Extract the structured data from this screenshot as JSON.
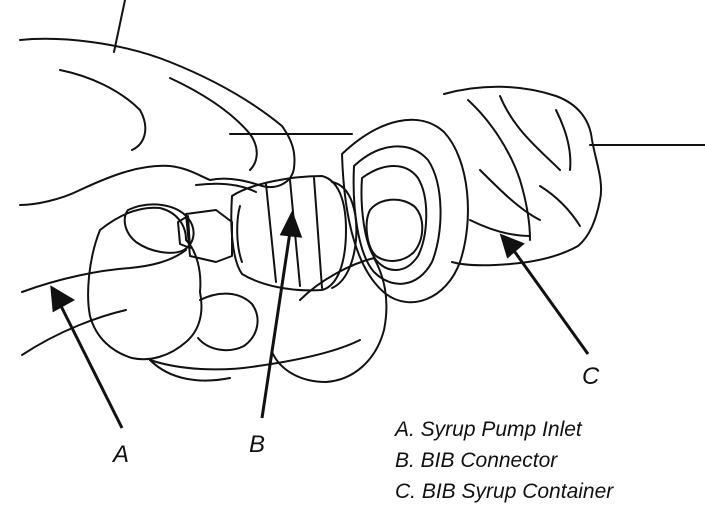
{
  "callouts": [
    {
      "letter": "A",
      "text": "A. Syrup Pump Inlet"
    },
    {
      "letter": "B",
      "text": "B. BIB Connector"
    },
    {
      "letter": "C",
      "text": "C. BIB Syrup Container"
    }
  ],
  "colors": {
    "ink": "#111111",
    "background": "#ffffff"
  }
}
